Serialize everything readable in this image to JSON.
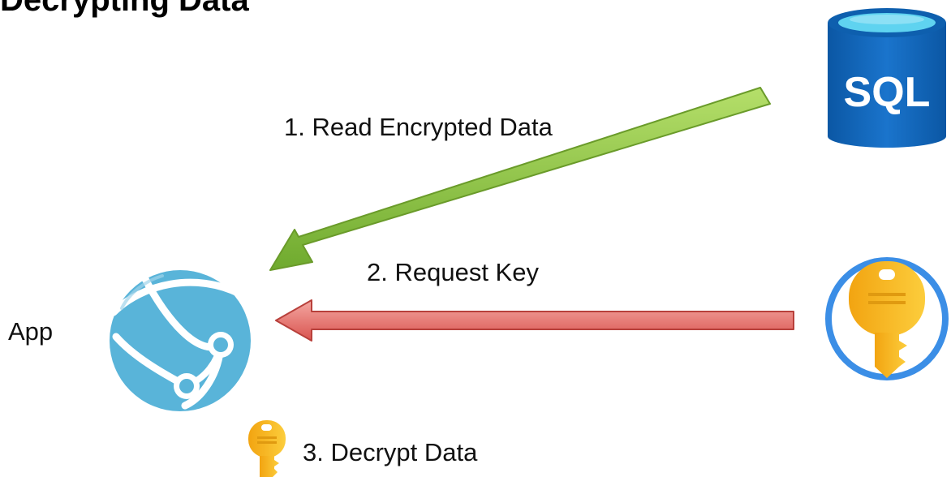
{
  "title": "Decrypting Data",
  "nodes": {
    "app": {
      "label": "App",
      "icon": "web-app-globe-icon"
    },
    "database": {
      "label": "SQL",
      "icon": "sql-database-icon"
    },
    "key_vault": {
      "icon": "key-vault-icon"
    },
    "local_key": {
      "icon": "key-icon"
    }
  },
  "steps": [
    {
      "label": "1. Read Encrypted Data",
      "color": "#8cc63f"
    },
    {
      "label": "2. Request Key",
      "color": "#e8716b"
    },
    {
      "label": "3. Decrypt Data"
    }
  ],
  "colors": {
    "globe": "#59b4d9",
    "sql_body": "#1369b8",
    "sql_top": "#5fd3f0",
    "vault_ring": "#3b8ee6",
    "key_gold": "#f8b619"
  }
}
